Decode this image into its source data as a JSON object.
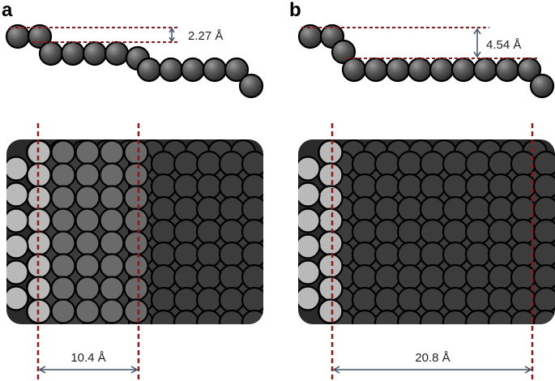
{
  "panels": [
    {
      "label": "a",
      "step_label": "2.27 Å",
      "width_label": "10.4 Å"
    },
    {
      "label": "b",
      "step_label": "4.54 Å",
      "width_label": "20.8 Å"
    }
  ],
  "colors": {
    "dark_atom": "#3c3c3c",
    "mid_atom": "#6a6a6a",
    "light_atom": "#b9b9b9",
    "outline": "#000000",
    "guide_line": "#8b1a1a",
    "arrow": "#3d4f66"
  }
}
